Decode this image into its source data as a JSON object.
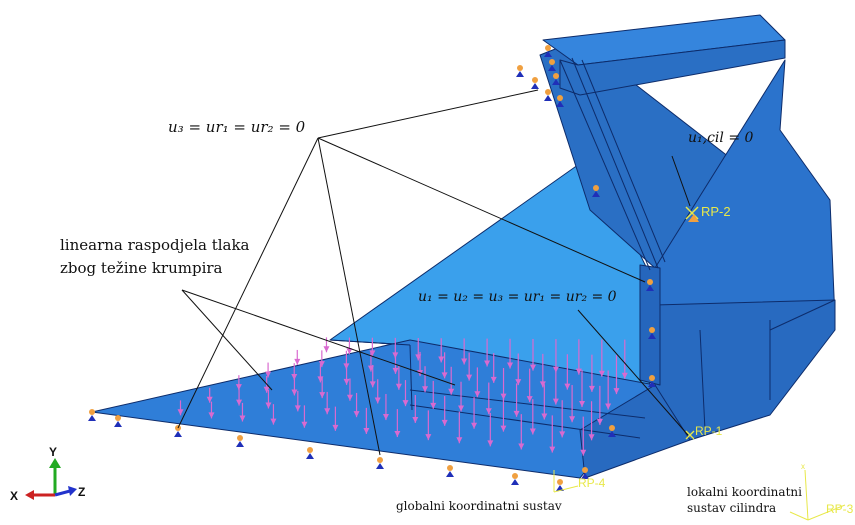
{
  "annotations": {
    "top_left_bc": "u₃ = ur₁ = ur₂ = 0",
    "cylinder_bc": "u₁,cil = 0",
    "pressure_line1": "linearna raspodjela tlaka",
    "pressure_line2": "zbog težine krumpira",
    "fixed_bc": "u₁ = u₂ = u₃ = ur₁ = ur₂ = 0",
    "global_cs": "globalni koordinatni sustav",
    "local_cs_line1": "lokalni koordinatni",
    "local_cs_line2": "sustav cilindra"
  },
  "ref_points": {
    "rp1": "RP-1",
    "rp2": "RP-2",
    "rp3": "RP-3",
    "rp4": "RP-4"
  },
  "triad": {
    "x": "X",
    "y": "Y",
    "z": "Z"
  },
  "colors": {
    "dark_face": "#2a6fc4",
    "mid_face": "#2f7ed8",
    "light_face": "#3aa0ec",
    "edge": "#0d2c6b",
    "pressure_arrow": "#d96ad0",
    "label_yellow": "#e8e84a",
    "constraint_orange": "#f0a040",
    "constraint_blue": "#1f2fb8"
  }
}
